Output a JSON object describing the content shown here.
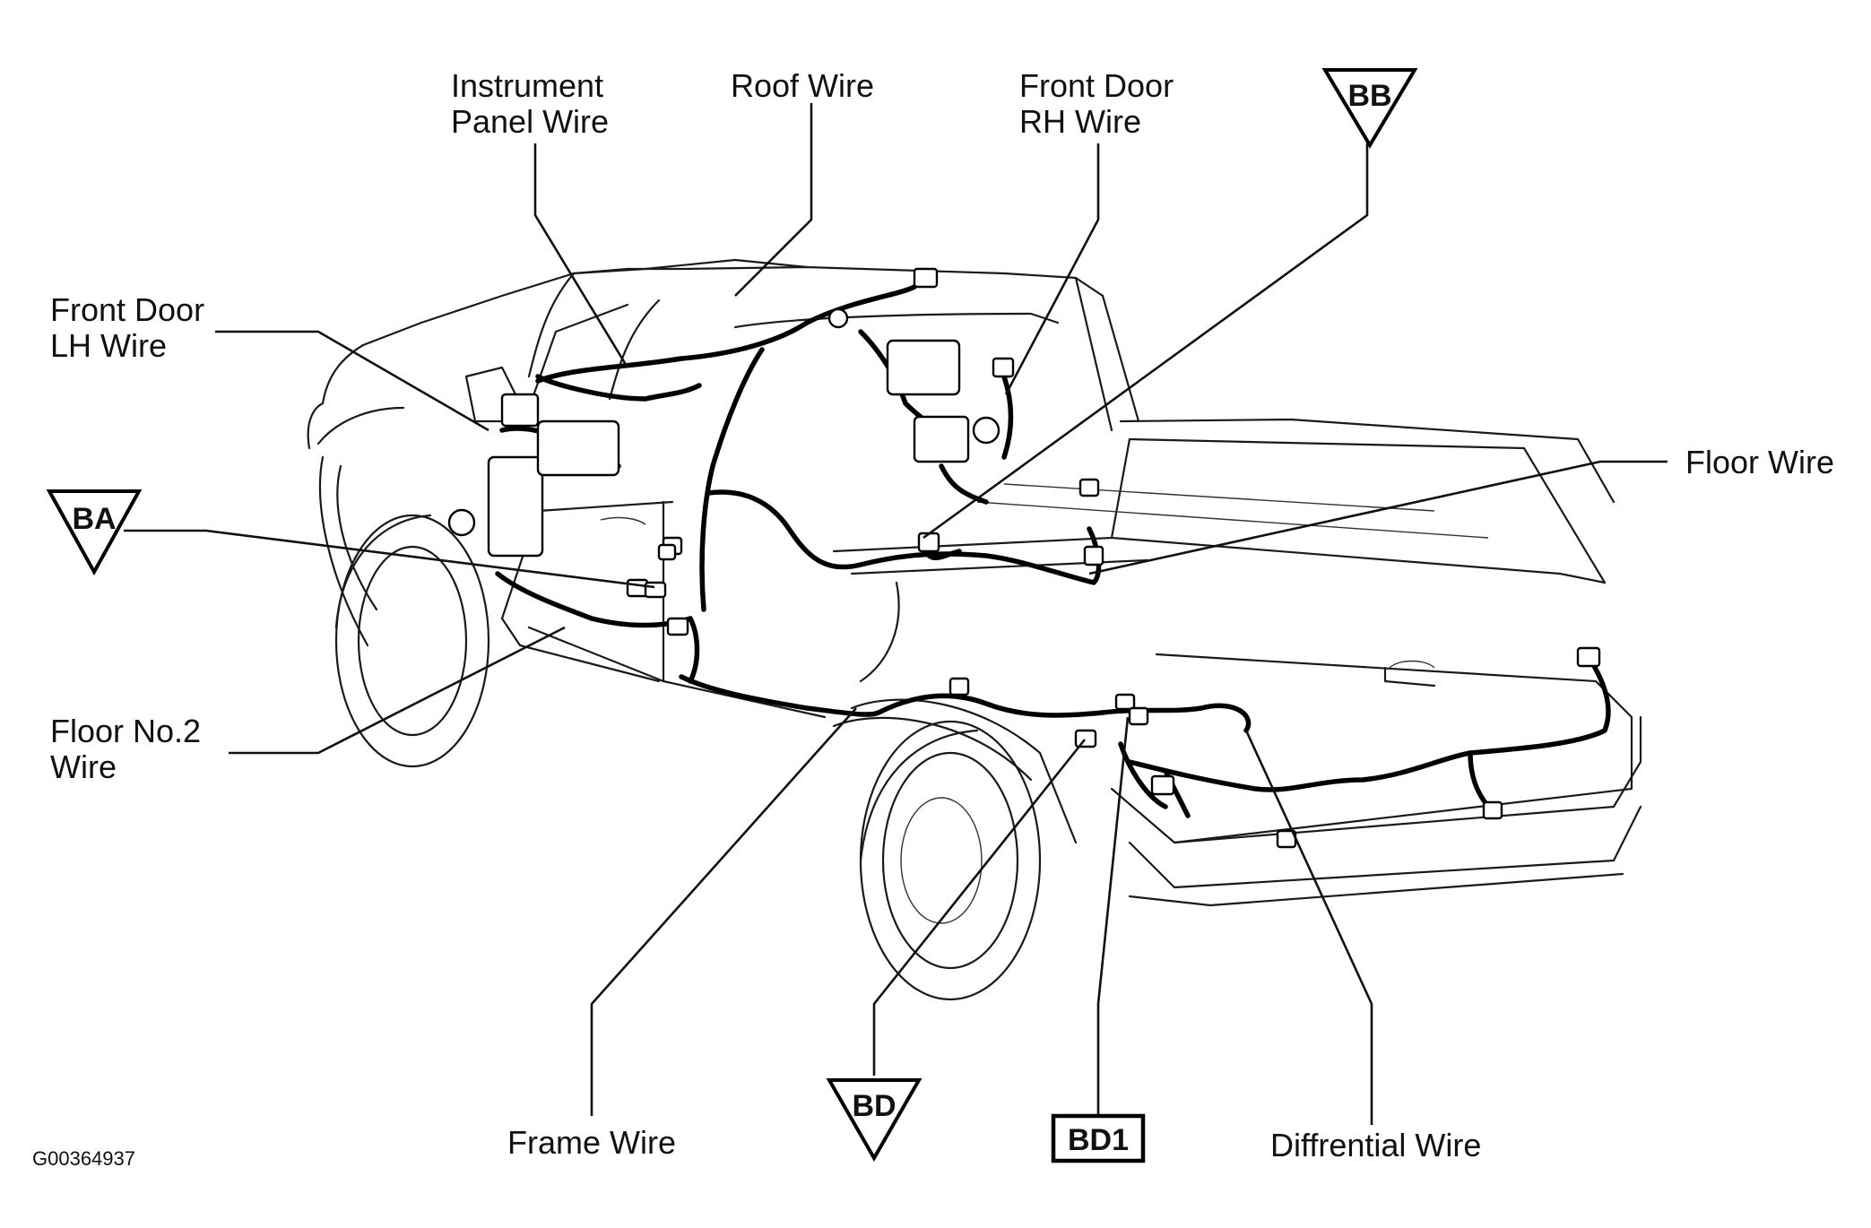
{
  "diagram_code": "G00364937",
  "labels": {
    "instrument_panel_wire": [
      "Instrument",
      "Panel Wire"
    ],
    "roof_wire": "Roof Wire",
    "front_door_rh_wire": [
      "Front Door",
      "RH Wire"
    ],
    "front_door_lh_wire": [
      "Front Door",
      "LH Wire"
    ],
    "floor_wire": "Floor Wire",
    "floor_no2_wire": [
      "Floor No.2",
      "Wire"
    ],
    "frame_wire": "Frame Wire",
    "diffrential_wire": "Diffrential Wire"
  },
  "ground_points": {
    "ba": "BA",
    "bb": "BB",
    "bd": "BD",
    "bd1": "BD1"
  }
}
